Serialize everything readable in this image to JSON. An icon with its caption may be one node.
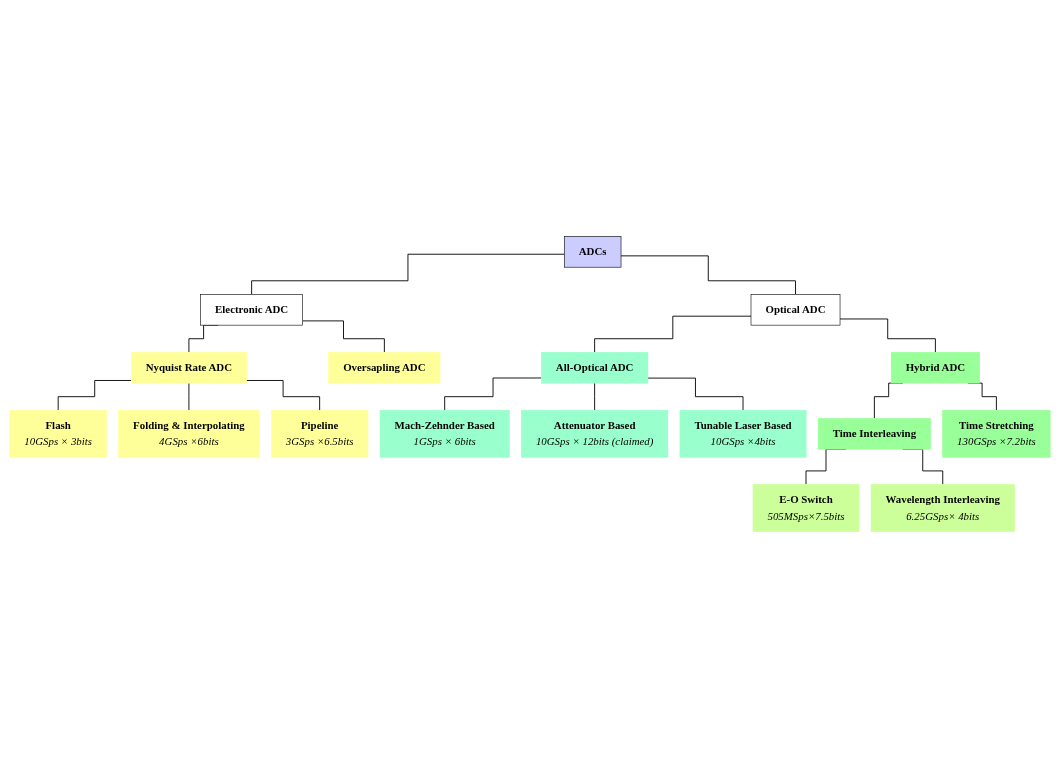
{
  "diagram": {
    "nodes": [
      {
        "text": [
          "ADCs"
        ]
      },
      {
        "text": [
          "Electronic ADC"
        ]
      },
      {
        "text": [
          "Optical ADC"
        ]
      },
      {
        "text": [
          "Nyquist Rate ADC"
        ]
      },
      {
        "text": [
          "Oversapling ADC"
        ]
      },
      {
        "text": [
          "Hybrid ADC"
        ]
      },
      {
        "text": [
          "All-Optical ADC"
        ]
      },
      {
        "text": [
          "Flash",
          "10GSps × 3bits"
        ]
      },
      {
        "text": [
          "Folding & Interpolating",
          "4GSps ×6bits"
        ]
      },
      {
        "text": [
          "Pipeline",
          "3GSps ×6.5bits"
        ]
      },
      {
        "text": [
          "Mach-Zehnder Based",
          "1GSps × 6bits"
        ]
      },
      {
        "text": [
          "Attenuator Based",
          "10GSps × 12bits (claimed)"
        ]
      },
      {
        "text": [
          "Tunable Laser Based",
          "10GSps ×4bits"
        ]
      },
      {
        "text": [
          "Time Interleaving"
        ]
      },
      {
        "text": [
          "Time Stretching",
          "130GSps ×7.2bits"
        ]
      },
      {
        "text": [
          "E-O Switch",
          "505MSps×7.5bits"
        ]
      },
      {
        "text": [
          "Wavelength Interleaving",
          "6.25GSps× 4bits"
        ]
      }
    ],
    "edges": [
      {
        "from": 0,
        "to": 1,
        "arrow": "none"
      },
      {
        "from": 0,
        "to": 2,
        "arrow": "none"
      },
      {
        "from": 1,
        "to": 3,
        "arrow": "none"
      },
      {
        "from": 1,
        "to": 4,
        "arrow": "none"
      },
      {
        "from": 2,
        "to": 5,
        "arrow": "none"
      },
      {
        "from": 2,
        "to": 6,
        "arrow": "none"
      },
      {
        "from": 3,
        "to": 7,
        "arrow": "none"
      },
      {
        "from": 3,
        "to": 8,
        "arrow": "none"
      },
      {
        "from": 3,
        "to": 9,
        "arrow": "none"
      },
      {
        "from": 6,
        "to": 10,
        "arrow": "none"
      },
      {
        "from": 6,
        "to": 11,
        "arrow": "none"
      },
      {
        "from": 6,
        "to": 12,
        "arrow": "none"
      },
      {
        "from": 5,
        "to": 13,
        "arrow": "none"
      },
      {
        "from": 5,
        "to": 14,
        "arrow": "none"
      },
      {
        "from": 13,
        "to": 15,
        "arrow": "none"
      },
      {
        "from": 13,
        "to": 16,
        "arrow": "none"
      }
    ]
  }
}
